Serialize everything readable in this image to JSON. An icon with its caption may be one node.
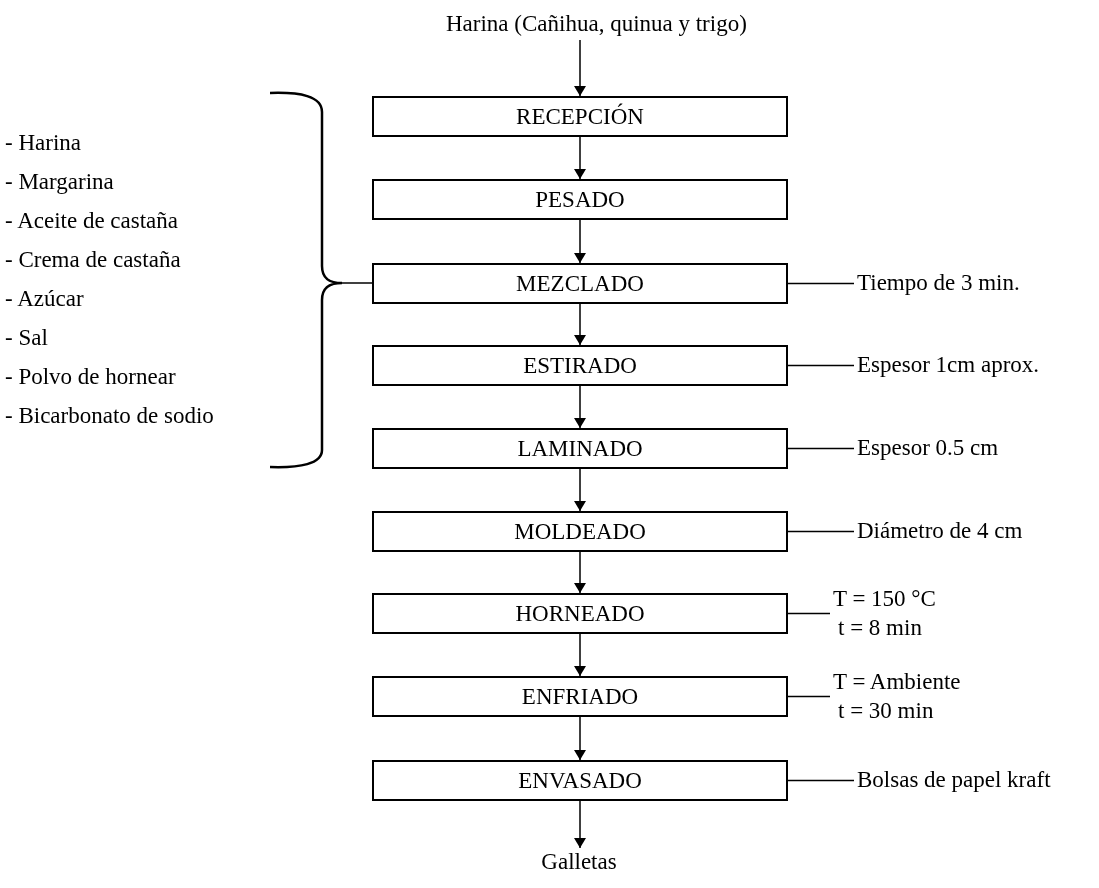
{
  "diagram": {
    "nodes": [
      {
        "text": [
          "Harina (Cañihua, quinua y trigo)"
        ]
      },
      {
        "text": [
          "RECEPCIÓN"
        ]
      },
      {
        "text": [
          "PESADO"
        ]
      },
      {
        "text": [
          "MEZCLADO"
        ]
      },
      {
        "text": [
          "ESTIRADO"
        ]
      },
      {
        "text": [
          "LAMINADO"
        ]
      },
      {
        "text": [
          "MOLDEADO"
        ]
      },
      {
        "text": [
          "HORNEADO"
        ]
      },
      {
        "text": [
          "ENFRIADO"
        ]
      },
      {
        "text": [
          "ENVASADO"
        ]
      },
      {
        "text": [
          "Galletas"
        ]
      },
      {
        "text": [
          "- Harina",
          "- Margarina",
          "- Aceite de castaña",
          "- Crema de castaña",
          "- Azúcar",
          "- Sal",
          "- Polvo de hornear",
          "- Bicarbonato de sodio"
        ]
      },
      {
        "text": [
          "Tiempo de 3 min."
        ]
      },
      {
        "text": [
          "Espesor 1cm aprox."
        ]
      },
      {
        "text": [
          "Espesor 0.5 cm"
        ]
      },
      {
        "text": [
          "Diámetro de 4 cm"
        ]
      },
      {
        "text": [
          "T = 150 °C",
          "t = 8 min"
        ]
      },
      {
        "text": [
          "T = Ambiente",
          "t = 30 min"
        ]
      },
      {
        "text": [
          "Bolsas de papel kraft"
        ]
      }
    ],
    "edges": [
      {
        "from": 0,
        "to": 1,
        "arrow": "to"
      },
      {
        "from": 1,
        "to": 2,
        "arrow": "to"
      },
      {
        "from": 2,
        "to": 3,
        "arrow": "to"
      },
      {
        "from": 3,
        "to": 4,
        "arrow": "to"
      },
      {
        "from": 4,
        "to": 5,
        "arrow": "to"
      },
      {
        "from": 5,
        "to": 6,
        "arrow": "to"
      },
      {
        "from": 6,
        "to": 7,
        "arrow": "to"
      },
      {
        "from": 7,
        "to": 8,
        "arrow": "to"
      },
      {
        "from": 8,
        "to": 9,
        "arrow": "to"
      },
      {
        "from": 9,
        "to": 10,
        "arrow": "to"
      },
      {
        "from": 11,
        "to": 3,
        "arrow": "none"
      },
      {
        "from": 3,
        "to": 12,
        "arrow": "none"
      },
      {
        "from": 4,
        "to": 13,
        "arrow": "none"
      },
      {
        "from": 5,
        "to": 14,
        "arrow": "none"
      },
      {
        "from": 6,
        "to": 15,
        "arrow": "none"
      },
      {
        "from": 7,
        "to": 16,
        "arrow": "none"
      },
      {
        "from": 8,
        "to": 17,
        "arrow": "none"
      },
      {
        "from": 9,
        "to": 18,
        "arrow": "none"
      }
    ]
  }
}
